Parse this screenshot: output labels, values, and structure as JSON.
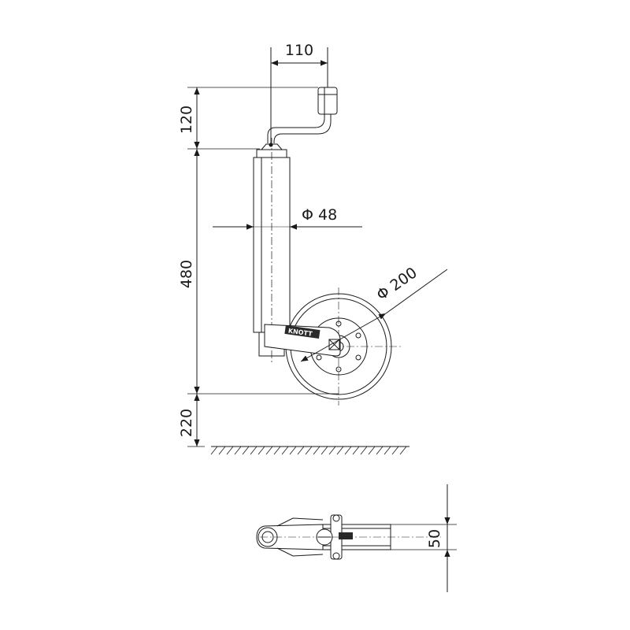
{
  "drawing": {
    "dimensions": {
      "handle_offset": "110",
      "handle_height": "120",
      "tube_length": "480",
      "ground_clearance": "220",
      "tube_diameter": "Φ 48",
      "wheel_diameter": "Φ 200",
      "wheel_width": "50"
    },
    "brand": "KNOTT",
    "colors": {
      "line": "#1a1a1a",
      "brand_plate": "#2a2a2a"
    }
  }
}
